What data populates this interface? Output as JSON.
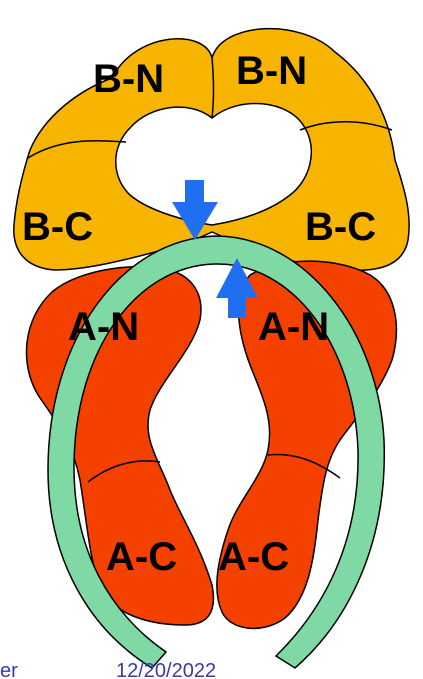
{
  "colors": {
    "b_subunit": "#F7B400",
    "a_subunit": "#F44100",
    "ring": "#7FD9A4",
    "arrow": "#1F6FF0",
    "outline": "#000000",
    "footer_text": "#3a3aa8"
  },
  "labels": {
    "b_n_left": "B-N",
    "b_n_right": "B-N",
    "b_c_left": "B-C",
    "b_c_right": "B-C",
    "a_n_left": "A-N",
    "a_n_right": "A-N",
    "a_c_left": "A-C",
    "a_c_right": "A-C"
  },
  "footer": {
    "left_fragment": "er",
    "date": "12/20/2022"
  },
  "icons": {
    "down_arrow": "arrow-down-icon",
    "up_arrow": "arrow-up-icon"
  }
}
